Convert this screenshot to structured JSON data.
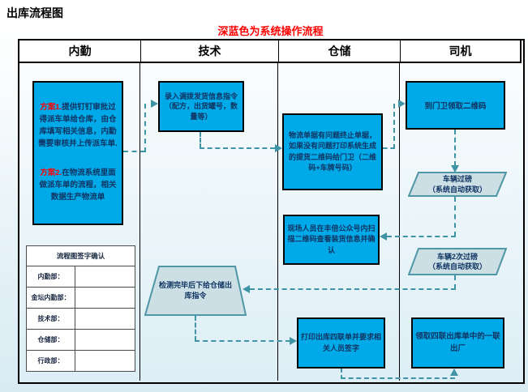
{
  "page": {
    "title": "出库流程图",
    "subtitle": "深蓝色为系统操作流程"
  },
  "colors": {
    "process_box_fill": "#00a9e8",
    "process_text": "#103563",
    "accent_red": "#ff0000",
    "shape_fill": "#cbdfe5",
    "shape_border": "#4f96a6",
    "connector": "#3e93a5"
  },
  "lanes": [
    {
      "label": "内勤"
    },
    {
      "label": "技术"
    },
    {
      "label": "仓储"
    },
    {
      "label": "司机"
    }
  ],
  "nodes": {
    "plan": {
      "p1_label": "方案1.",
      "p1_text": "提供钉钉审批过得派车单给仓库，由仓库填写相关信息，内勤需要审核并上传派车单.",
      "p2_label": "方案2.",
      "p2_text": "在物流系统里面做派车单的流程，相关数据生产物流单"
    },
    "tech_entry": "录入调拨发货信息指令（配方，出货罐号，数量等）",
    "logistics_check": "物流单据有问题终止单据，如果没有问题打印系统生成的提货二维码给门卫（二维码+车牌号码）",
    "scan_confirm": "现场人员在丰倍公众号内扫描二维码查看装货信息并确认",
    "print_sign": "打印出库四联单并要求相关人员签字",
    "gate_qr": "到门卫领取二维码",
    "weigh1": {
      "line1": "车辆过磅",
      "line2": "（系统自动获取）"
    },
    "weigh2": {
      "line1": "车辆2次过磅",
      "line2": "（系统自动获取）"
    },
    "take_copy": "领取四联出库单中的一联出厂",
    "outbound_order": "检测完毕后下给仓储出库指令"
  },
  "signature_table": {
    "title": "流程图签字确认",
    "rows": [
      {
        "label": "内勤部：",
        "value": ""
      },
      {
        "label": "金坛内勤部：",
        "value": ""
      },
      {
        "label": "技术部：",
        "value": ""
      },
      {
        "label": "仓储部：",
        "value": ""
      },
      {
        "label": "行政部：",
        "value": ""
      }
    ]
  }
}
